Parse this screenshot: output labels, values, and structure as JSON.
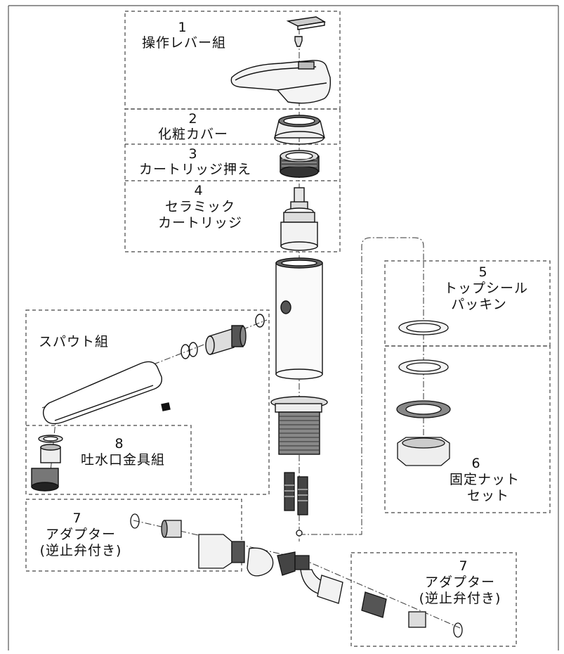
{
  "parts": [
    {
      "number": "1",
      "name": "操作レバー組"
    },
    {
      "number": "2",
      "name": "化粧カバー"
    },
    {
      "number": "3",
      "name": "カートリッジ押え"
    },
    {
      "number": "4",
      "name_line1": "セラミック",
      "name_line2": "カートリッジ"
    },
    {
      "number": "5",
      "name_line1": "トップシール",
      "name_line2": "パッキン"
    },
    {
      "number": "6",
      "name_line1": "固定ナット",
      "name_line2": "セット"
    },
    {
      "number": "7",
      "name_line1": "アダプター",
      "name_line2": "(逆止弁付き)"
    },
    {
      "number": "7",
      "name_line1": "アダプター",
      "name_line2": "(逆止弁付き)"
    },
    {
      "number": "8",
      "name": "吐水口金具組"
    }
  ],
  "spout_group": "スパウト組"
}
